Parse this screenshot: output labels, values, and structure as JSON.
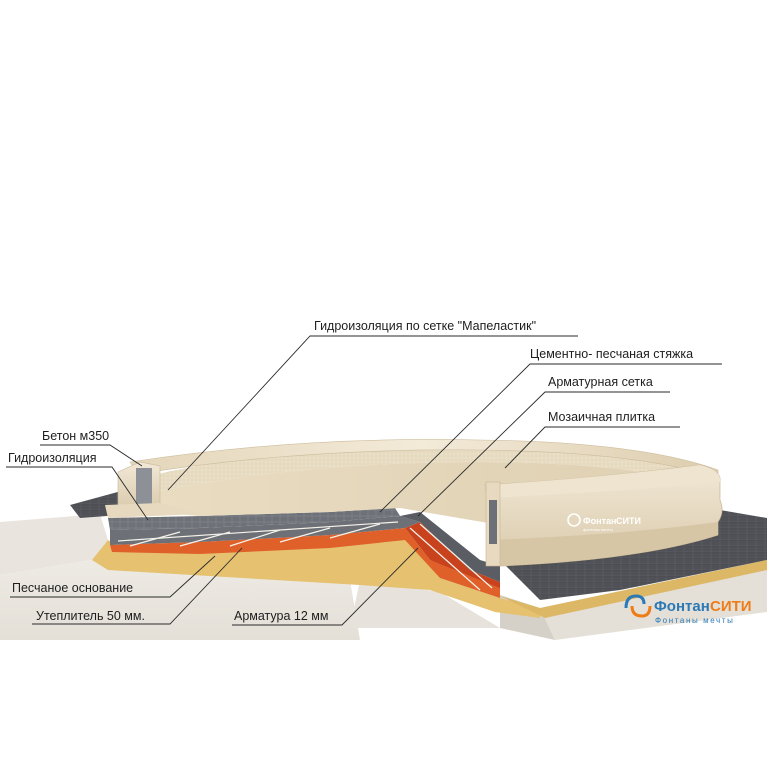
{
  "diagram": {
    "labels": {
      "waterproofing_mapelastic": "Гидроизоляция по сетке \"Мапеластик\"",
      "cement_sand_screed": "Цементно- песчаная стяжка",
      "rebar_mesh": "Арматурная сетка",
      "mosaic_tile": "Мозаичная плитка",
      "concrete_m350": "Бетон м350",
      "waterproofing": "Гидроизоляция",
      "sand_base": "Песчаное основание",
      "insulation": "Утеплитель 50 мм.",
      "rebar_12mm": "Арматура 12 мм"
    },
    "logos": [
      {
        "part1": "Фонтан",
        "part2": "СИТИ",
        "tagline": "фонтаны мечты",
        "variant": "light-on-stone"
      },
      {
        "part1": "Фонтан",
        "part2": "СИТИ",
        "tagline": "Фонтаны мечты",
        "variant": "color"
      }
    ],
    "colors": {
      "stone": "#e8dcc4",
      "paving": "#55575c",
      "screed": "#8e9096",
      "insulation_orange": "#e0602a",
      "sand": "#e6c474",
      "ground": "#ece8e1",
      "logo_blue": "#2b79b6",
      "logo_orange": "#ef7d17"
    }
  }
}
